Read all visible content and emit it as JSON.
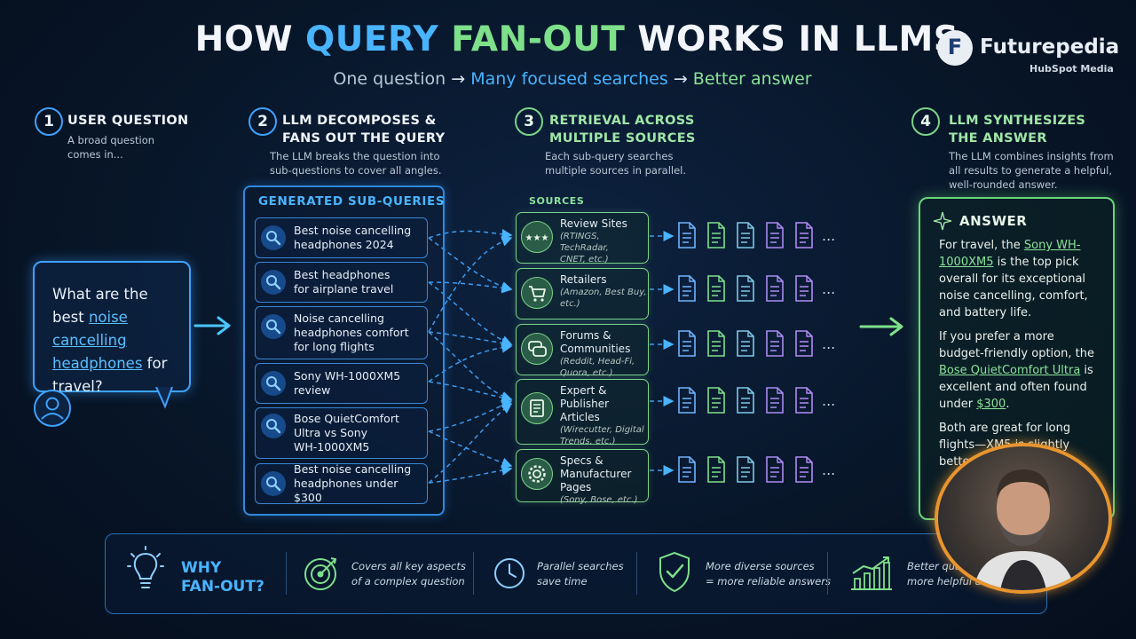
{
  "header": {
    "title_part1": "HOW ",
    "title_part2": "QUERY",
    "title_part3": " FAN-OUT",
    "title_part4": " WORKS IN LLMS",
    "subtitle_part1": "One question",
    "subtitle_arrow": "→",
    "subtitle_part2": "Many focused searches",
    "subtitle_part3": "Better answer"
  },
  "brand": {
    "logo_letter": "F",
    "name": "Futurepedia",
    "sub": "HubSpot Media"
  },
  "steps": [
    {
      "num": "1",
      "title_lines": [
        "USER QUESTION"
      ],
      "desc_lines": [
        "A broad question",
        "comes in..."
      ]
    },
    {
      "num": "2",
      "title_lines": [
        "LLM DECOMPOSES &",
        "FANS OUT THE QUERY"
      ],
      "desc_lines": [
        "The LLM breaks the question into",
        "sub-questions to cover all angles."
      ]
    },
    {
      "num": "3",
      "title_lines": [
        "RETRIEVAL ACROSS",
        "MULTIPLE SOURCES"
      ],
      "desc_lines": [
        "Each sub-query searches",
        "multiple sources in parallel."
      ]
    },
    {
      "num": "4",
      "title_lines": [
        "LLM SYNTHESIZES",
        "THE ANSWER"
      ],
      "desc_lines": [
        "The LLM combines insights from",
        "all results to generate a helpful,",
        "well-rounded answer."
      ]
    }
  ],
  "question": {
    "p1": "What are the best ",
    "hl1": "noise cancelling",
    "hl2": "headphones",
    "p2": " for travel?"
  },
  "subqueries": {
    "label": "GENERATED SUB-QUERIES",
    "items": [
      {
        "lines": [
          "Best noise cancelling",
          "headphones 2024"
        ]
      },
      {
        "lines": [
          "Best headphones",
          "for airplane travel"
        ]
      },
      {
        "lines": [
          "Noise cancelling",
          "headphones comfort",
          "for long flights"
        ]
      },
      {
        "lines": [
          "Sony WH-1000XM5",
          "review"
        ]
      },
      {
        "lines": [
          "Bose QuietComfort",
          "Ultra vs Sony",
          "WH-1000XM5"
        ]
      },
      {
        "lines": [
          "Best noise cancelling",
          "headphones under $300"
        ]
      }
    ]
  },
  "sources": {
    "label": "SOURCES",
    "items": [
      {
        "name_lines": [
          "Review Sites"
        ],
        "detail_lines": [
          "(RTINGS, TechRadar,",
          "CNET, etc.)"
        ],
        "icon": "stars-icon"
      },
      {
        "name_lines": [
          "Retailers"
        ],
        "detail_lines": [
          "(Amazon, Best Buy,",
          "etc.)"
        ],
        "icon": "cart-icon"
      },
      {
        "name_lines": [
          "Forums & Communities"
        ],
        "detail_lines": [
          "(Reddit, Head-Fi,",
          "Quora, etc.)"
        ],
        "icon": "chat-icon"
      },
      {
        "name_lines": [
          "Expert & Publisher",
          "Articles"
        ],
        "detail_lines": [
          "(Wirecutter, Digital",
          "Trends, etc.)"
        ],
        "icon": "article-icon"
      },
      {
        "name_lines": [
          "Specs & Manufacturer",
          "Pages"
        ],
        "detail_lines": [
          "(Sony, Bose, etc.)"
        ],
        "icon": "gear-icon"
      }
    ],
    "doc_colors": [
      "#6fb3ff",
      "#7ee08a",
      "#7fc9e6",
      "#a98bf2",
      "#b18cf5"
    ],
    "ellipsis": "..."
  },
  "answer": {
    "title": "ANSWER",
    "p1_a": "For travel, the ",
    "p1_hl": "Sony WH-1000XM5",
    "p1_b": " is the top pick overall for its exceptional noise cancelling, comfort, and battery life.",
    "p2_a": "If you prefer a more budget-friendly option, the ",
    "p2_hl": "Bose QuietComfort Ultra",
    "p2_b": " is excellent and often found under ",
    "p2_hl2": "$300",
    "p2_c": ".",
    "p3": "Both are great for long flights—XM5 is slightly better..."
  },
  "why": {
    "title_lines": [
      "WHY",
      "FAN-OUT?"
    ],
    "items": [
      {
        "lines": [
          "Covers all key aspects",
          "of a complex question"
        ]
      },
      {
        "lines": [
          "Parallel searches",
          "save time"
        ]
      },
      {
        "lines": [
          "More diverse sources",
          "= more reliable answers"
        ]
      },
      {
        "lines": [
          "Better quality,",
          "more helpful answers"
        ]
      }
    ]
  },
  "colors": {
    "blue": "#3ea2ff",
    "green": "#7bd488",
    "purple": "#a98bf2"
  }
}
